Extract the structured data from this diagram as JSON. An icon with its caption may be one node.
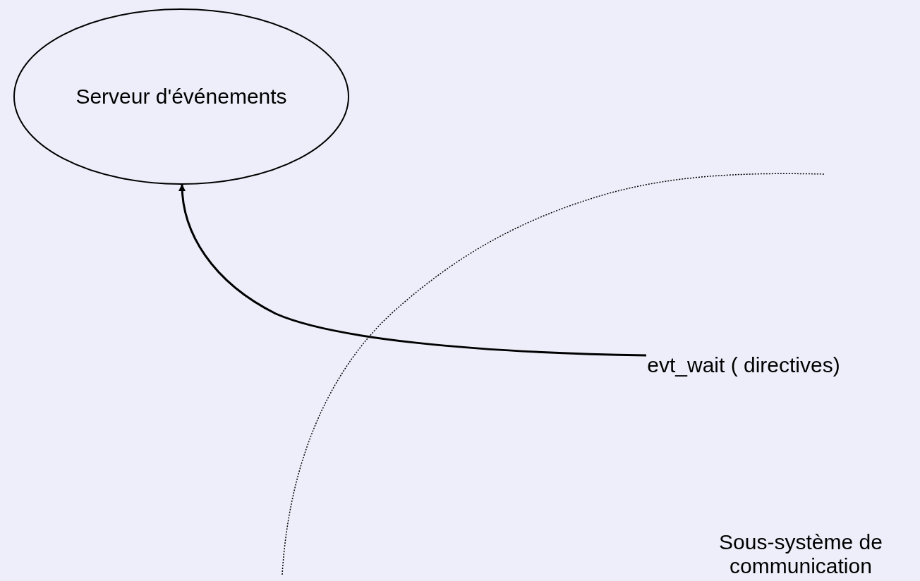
{
  "diagram": {
    "nodes": [
      {
        "text": [
          "Serveur d'événements"
        ]
      },
      {
        "text": [
          "evt_wait ( directives)"
        ]
      }
    ],
    "edges": [
      {
        "from": 1,
        "to": 0,
        "arrow": "to"
      }
    ],
    "labels": [
      "Sous-système de communication"
    ]
  }
}
